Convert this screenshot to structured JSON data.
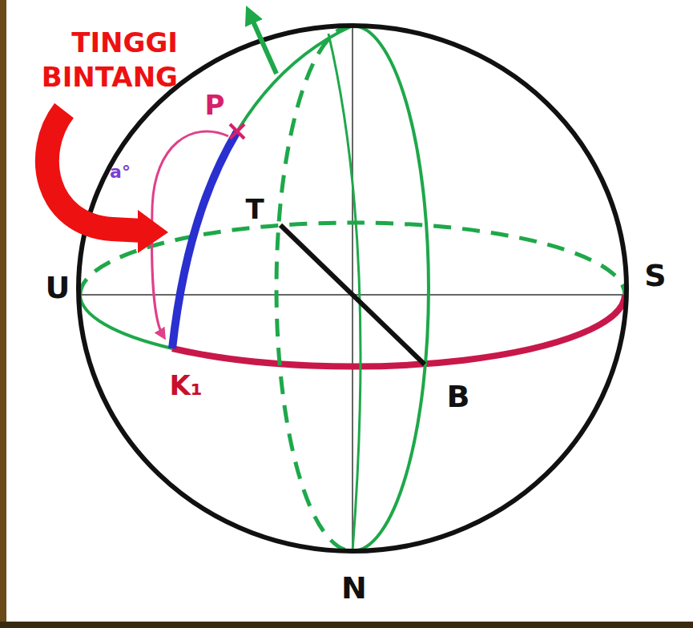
{
  "diagram": {
    "labels": [
      "TINGGI BINTANG",
      "P",
      "T",
      "U",
      "S",
      "K₁",
      "B",
      "N",
      "a°"
    ]
  }
}
